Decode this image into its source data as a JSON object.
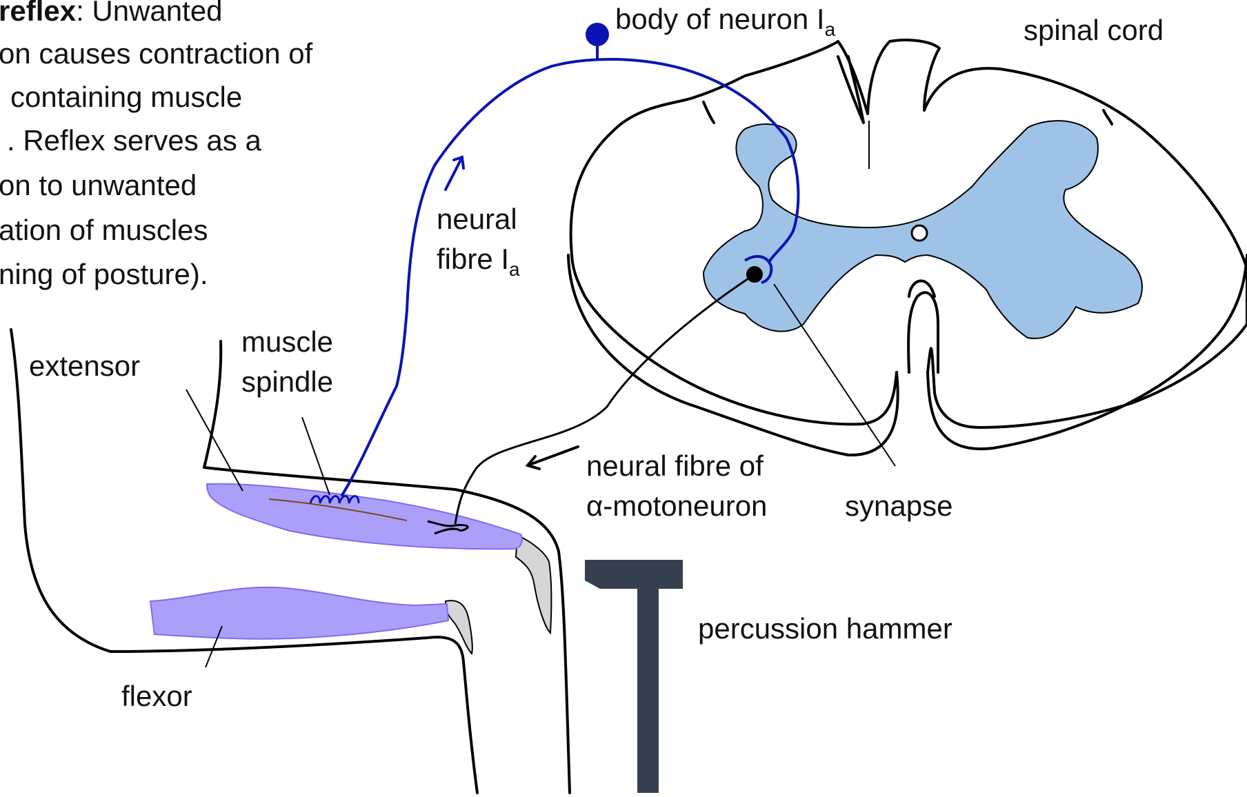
{
  "description": {
    "title_bold": "reflex",
    "title_rest": ": Unwanted",
    "lines": [
      "on causes contraction of",
      "containing muscle",
      ". Reflex serves as a",
      "on to unwanted",
      "ation of muscles",
      "ning of posture)."
    ]
  },
  "labels": {
    "body_of_neuron": "body of neuron I",
    "body_of_neuron_sub": "a",
    "spinal_cord": "spinal cord",
    "neural_fibre_line1": "neural",
    "neural_fibre_line2": "fibre I",
    "neural_fibre_sub": "a",
    "muscle_spindle_line1": "muscle",
    "muscle_spindle_line2": "spindle",
    "extensor": "extensor",
    "flexor": "flexor",
    "motoneuron_line1": "neural fibre of",
    "motoneuron_line2": "α-motoneuron",
    "synapse": "synapse",
    "percussion_hammer": "percussion hammer"
  },
  "colors": {
    "sensory_fibre": "#0a14b4",
    "grey_matter": "#9fc3e6",
    "muscle": "#ab9ffa",
    "hammer": "#36404f",
    "tendon": "#d6d6d6"
  }
}
